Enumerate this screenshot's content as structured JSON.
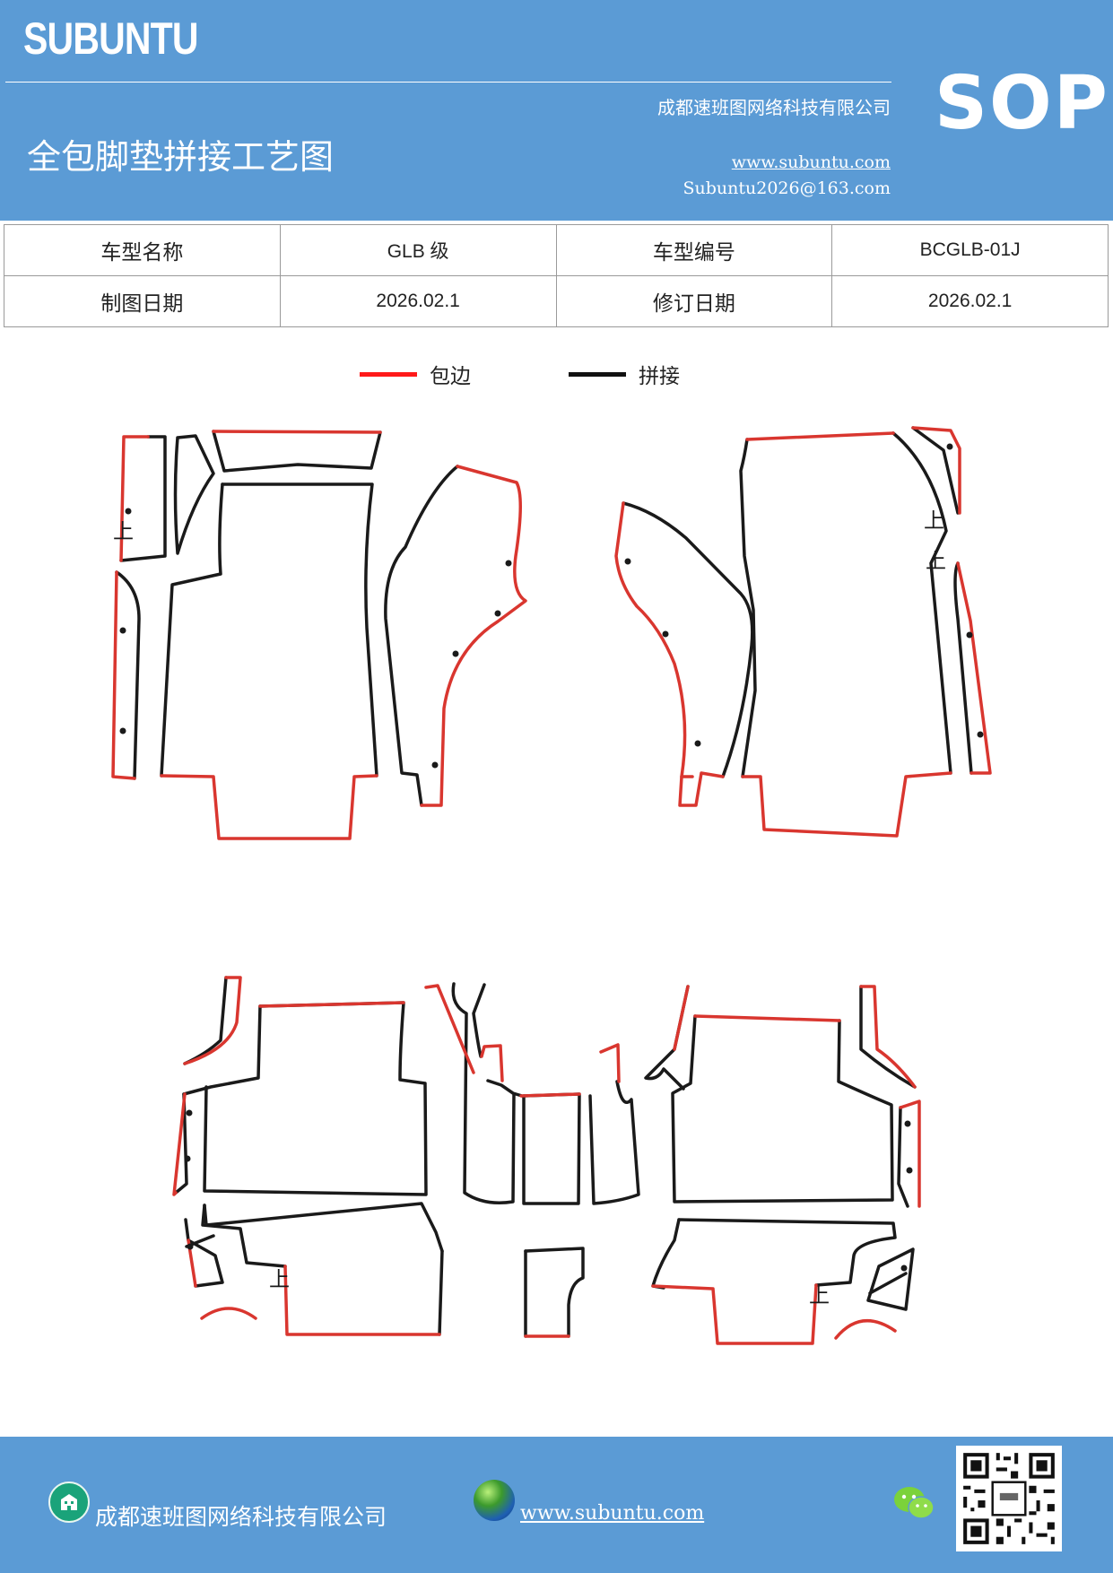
{
  "header": {
    "brand": "SUBUNTU",
    "company": "成都速班图网络科技有限公司",
    "title": "全包脚垫拼接工艺图",
    "website": "www.subuntu.com",
    "email": "Subuntu2026@163.com",
    "sop": "SOP"
  },
  "info": {
    "model_name_label": "车型名称",
    "model_name_value": "GLB 级",
    "model_code_label": "车型编号",
    "model_code_value": "BCGLB-01J",
    "draw_date_label": "制图日期",
    "draw_date_value": "2026.02.1",
    "revise_date_label": "修订日期",
    "revise_date_value": "2026.02.1"
  },
  "legend": {
    "items": [
      {
        "label": "包边",
        "color": "#ff1a1a"
      },
      {
        "label": "拼接",
        "color": "#111111"
      }
    ]
  },
  "drawing": {
    "edge_color": "#d9362f",
    "seam_color": "#1a1a1a",
    "up_mark": "上"
  },
  "footer": {
    "company": "成都速班图网络科技有限公司",
    "website": "www.subuntu.com",
    "building_icon": "building-icon",
    "globe_icon": "globe-icon",
    "wechat_icon": "wechat-icon",
    "qr_icon": "qr-code"
  }
}
